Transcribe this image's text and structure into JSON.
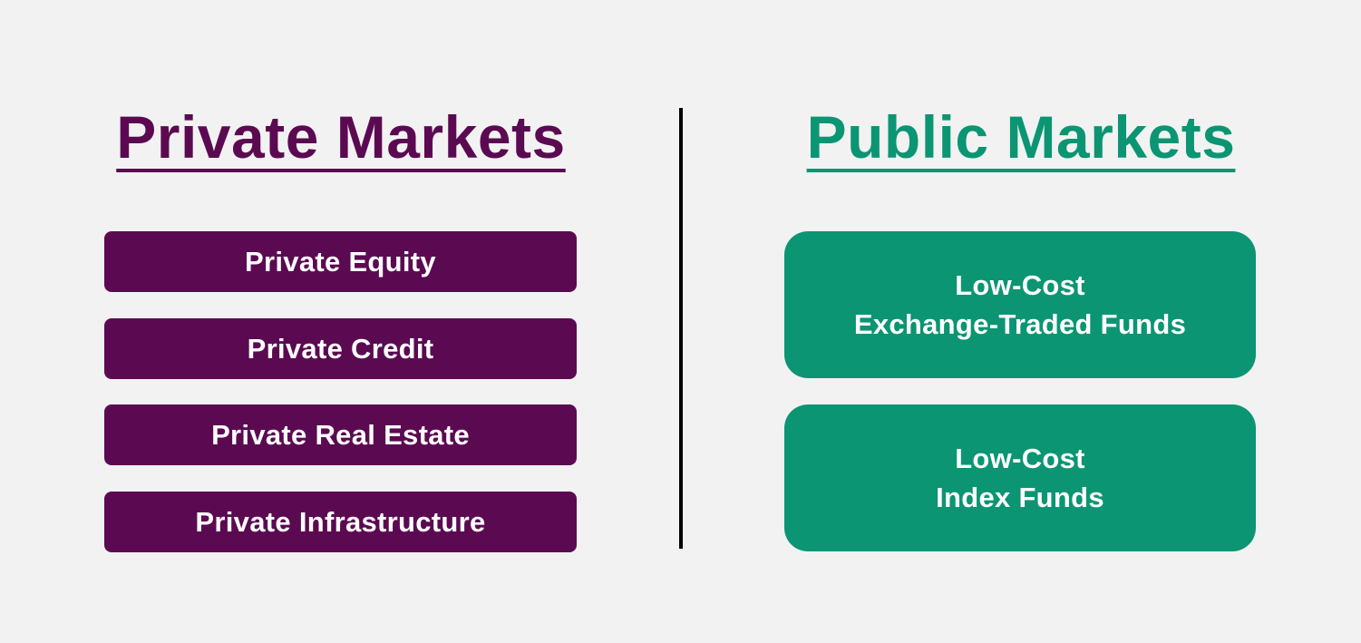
{
  "colors": {
    "background": "#f2f2f2",
    "private_accent": "#5b0a52",
    "public_accent": "#0b9573",
    "divider": "#000000",
    "box_text": "#ffffff"
  },
  "private": {
    "title": "Private Markets",
    "items": [
      {
        "label": "Private Equity"
      },
      {
        "label": "Private Credit"
      },
      {
        "label": "Private Real Estate"
      },
      {
        "label": "Private Infrastructure"
      }
    ]
  },
  "public": {
    "title": "Public Markets",
    "items": [
      {
        "line1": "Low-Cost",
        "line2": "Exchange-Traded Funds"
      },
      {
        "line1": "Low-Cost",
        "line2": "Index Funds"
      }
    ]
  }
}
